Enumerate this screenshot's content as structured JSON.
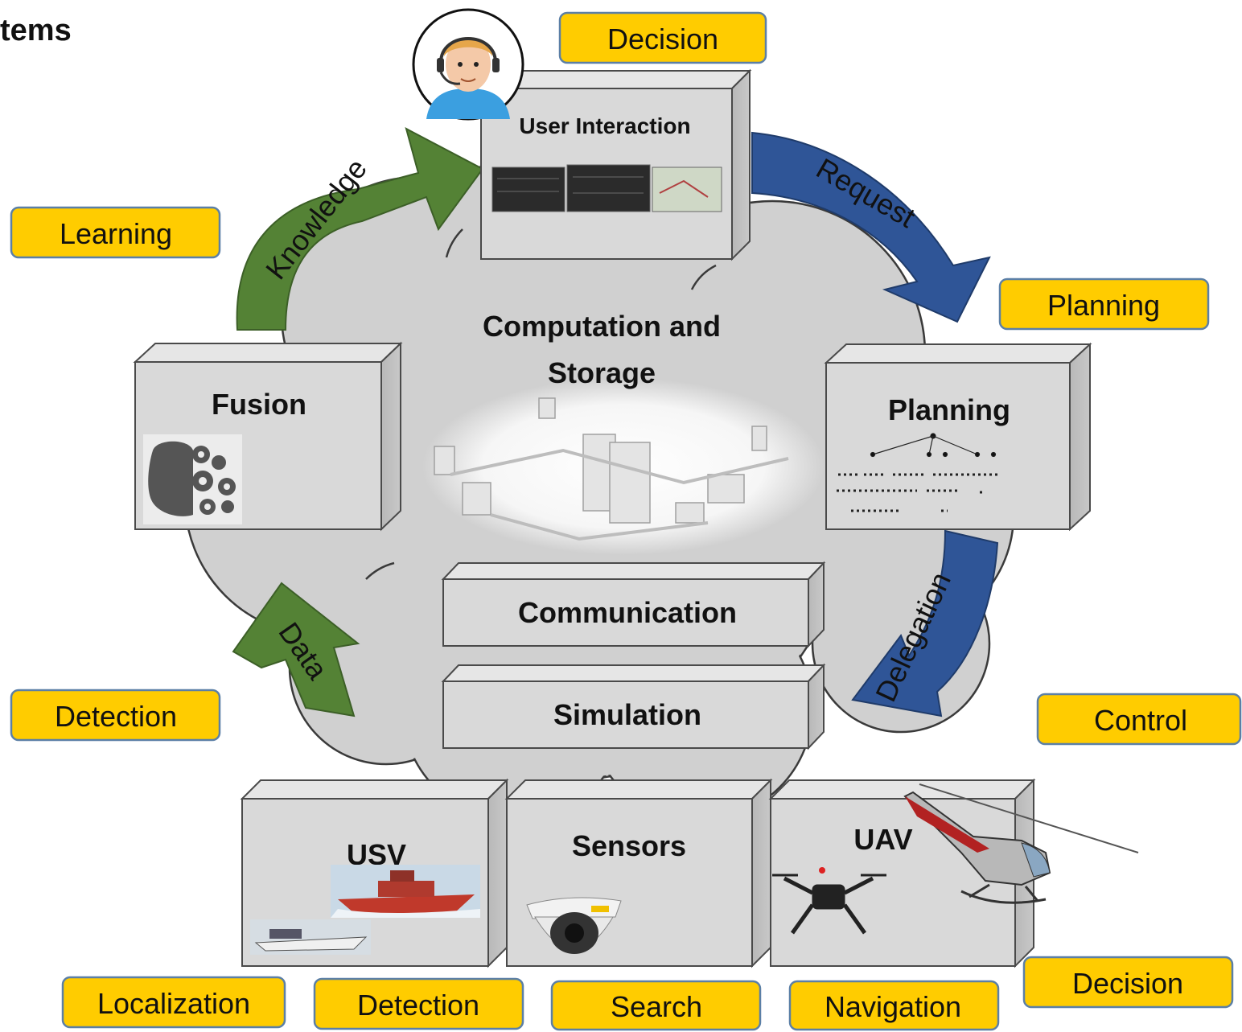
{
  "title": "tems",
  "cloud": {
    "label_line1": "Computation and",
    "label_line2": "Storage"
  },
  "boxes": {
    "user_interaction": "User Interaction",
    "fusion": "Fusion",
    "planning": "Planning",
    "communication": "Communication",
    "simulation": "Simulation",
    "usv": "USV",
    "sensors": "Sensors",
    "uav": "UAV"
  },
  "arrows": {
    "knowledge": "Knowledge",
    "request": "Request",
    "delegation": "Delegation",
    "data": "Data"
  },
  "tags": {
    "decision_top": "Decision",
    "learning": "Learning",
    "planning": "Planning",
    "detection_left": "Detection",
    "control": "Control",
    "decision_bottom": "Decision",
    "localization": "Localization",
    "detection_bottom": "Detection",
    "search": "Search",
    "navigation": "Navigation"
  },
  "colors": {
    "tag_fill": "#FFCC00",
    "tag_border": "#5b7fa6",
    "knowledge_arrow": "#548235",
    "request_arrow": "#2F5597",
    "box_face": "#d9d9d9",
    "cloud": "#d0d0d0"
  },
  "icons": {
    "operator": "operator-headset-icon",
    "fusion": "brain-gears-icon",
    "planning": "tree-graph-icon",
    "usv": "boat-icon",
    "sensors": "dome-camera-icon",
    "uav": "drone-helicopter-icon"
  }
}
